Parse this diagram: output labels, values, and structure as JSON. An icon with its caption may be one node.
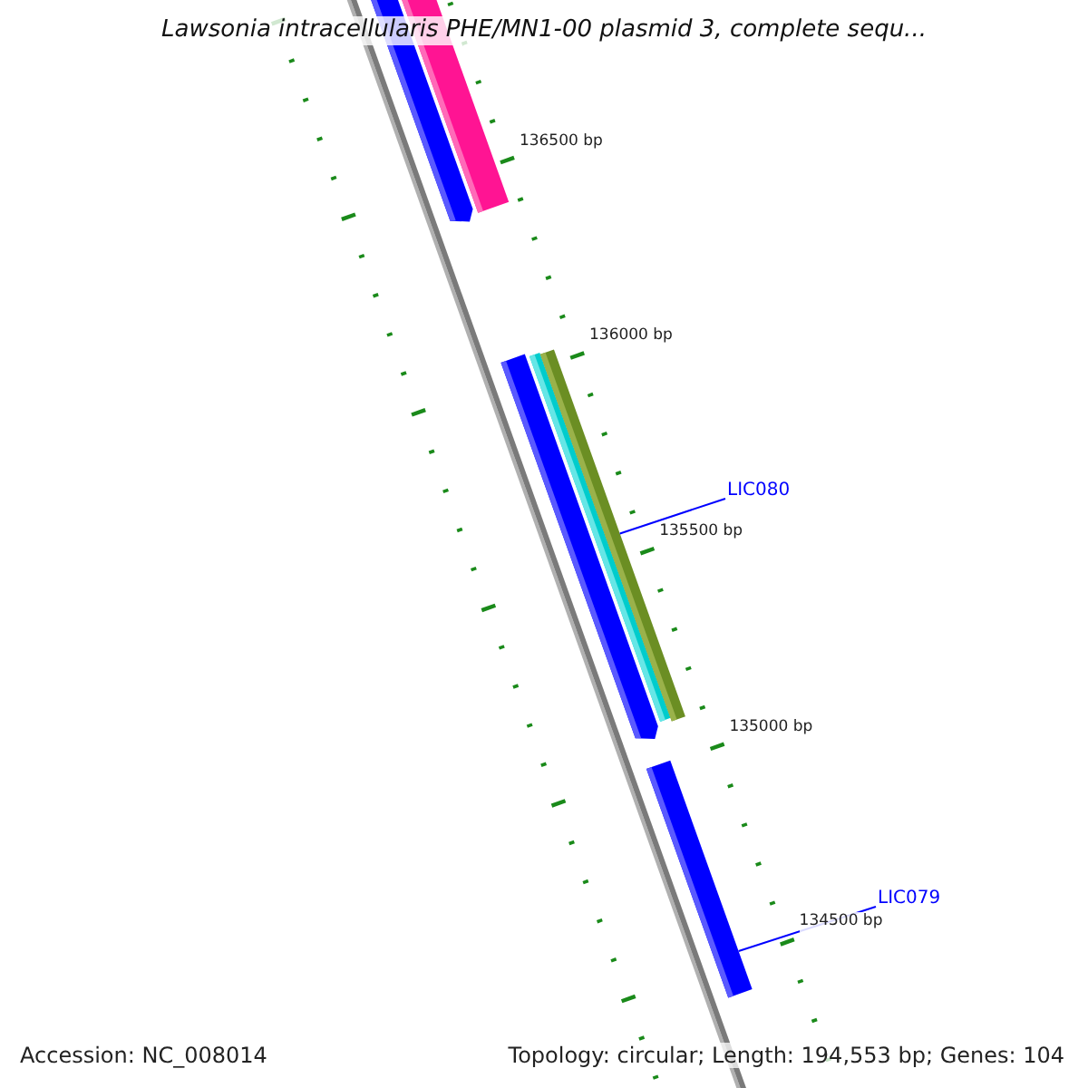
{
  "diagram": {
    "title": "Lawsonia intracellularis PHE/MN1-00 plasmid 3, complete sequ...",
    "nodes": [
      {
        "text": [
          "LIC080"
        ]
      },
      {
        "text": [],
        "shape": "bar"
      },
      {
        "text": [
          "LIC079"
        ]
      },
      {
        "text": [],
        "shape": "bar"
      }
    ],
    "edges": [
      {
        "from": 0,
        "to": 1,
        "arrow": "none"
      },
      {
        "from": 2,
        "to": 3,
        "arrow": "none"
      }
    ],
    "labels": [
      "136500 bp",
      "136000 bp",
      "135500 bp",
      "135000 bp",
      "134500 bp",
      "Accession: NC_008014",
      "Topology: circular; Length: 194,553 bp; Genes: 104"
    ]
  }
}
